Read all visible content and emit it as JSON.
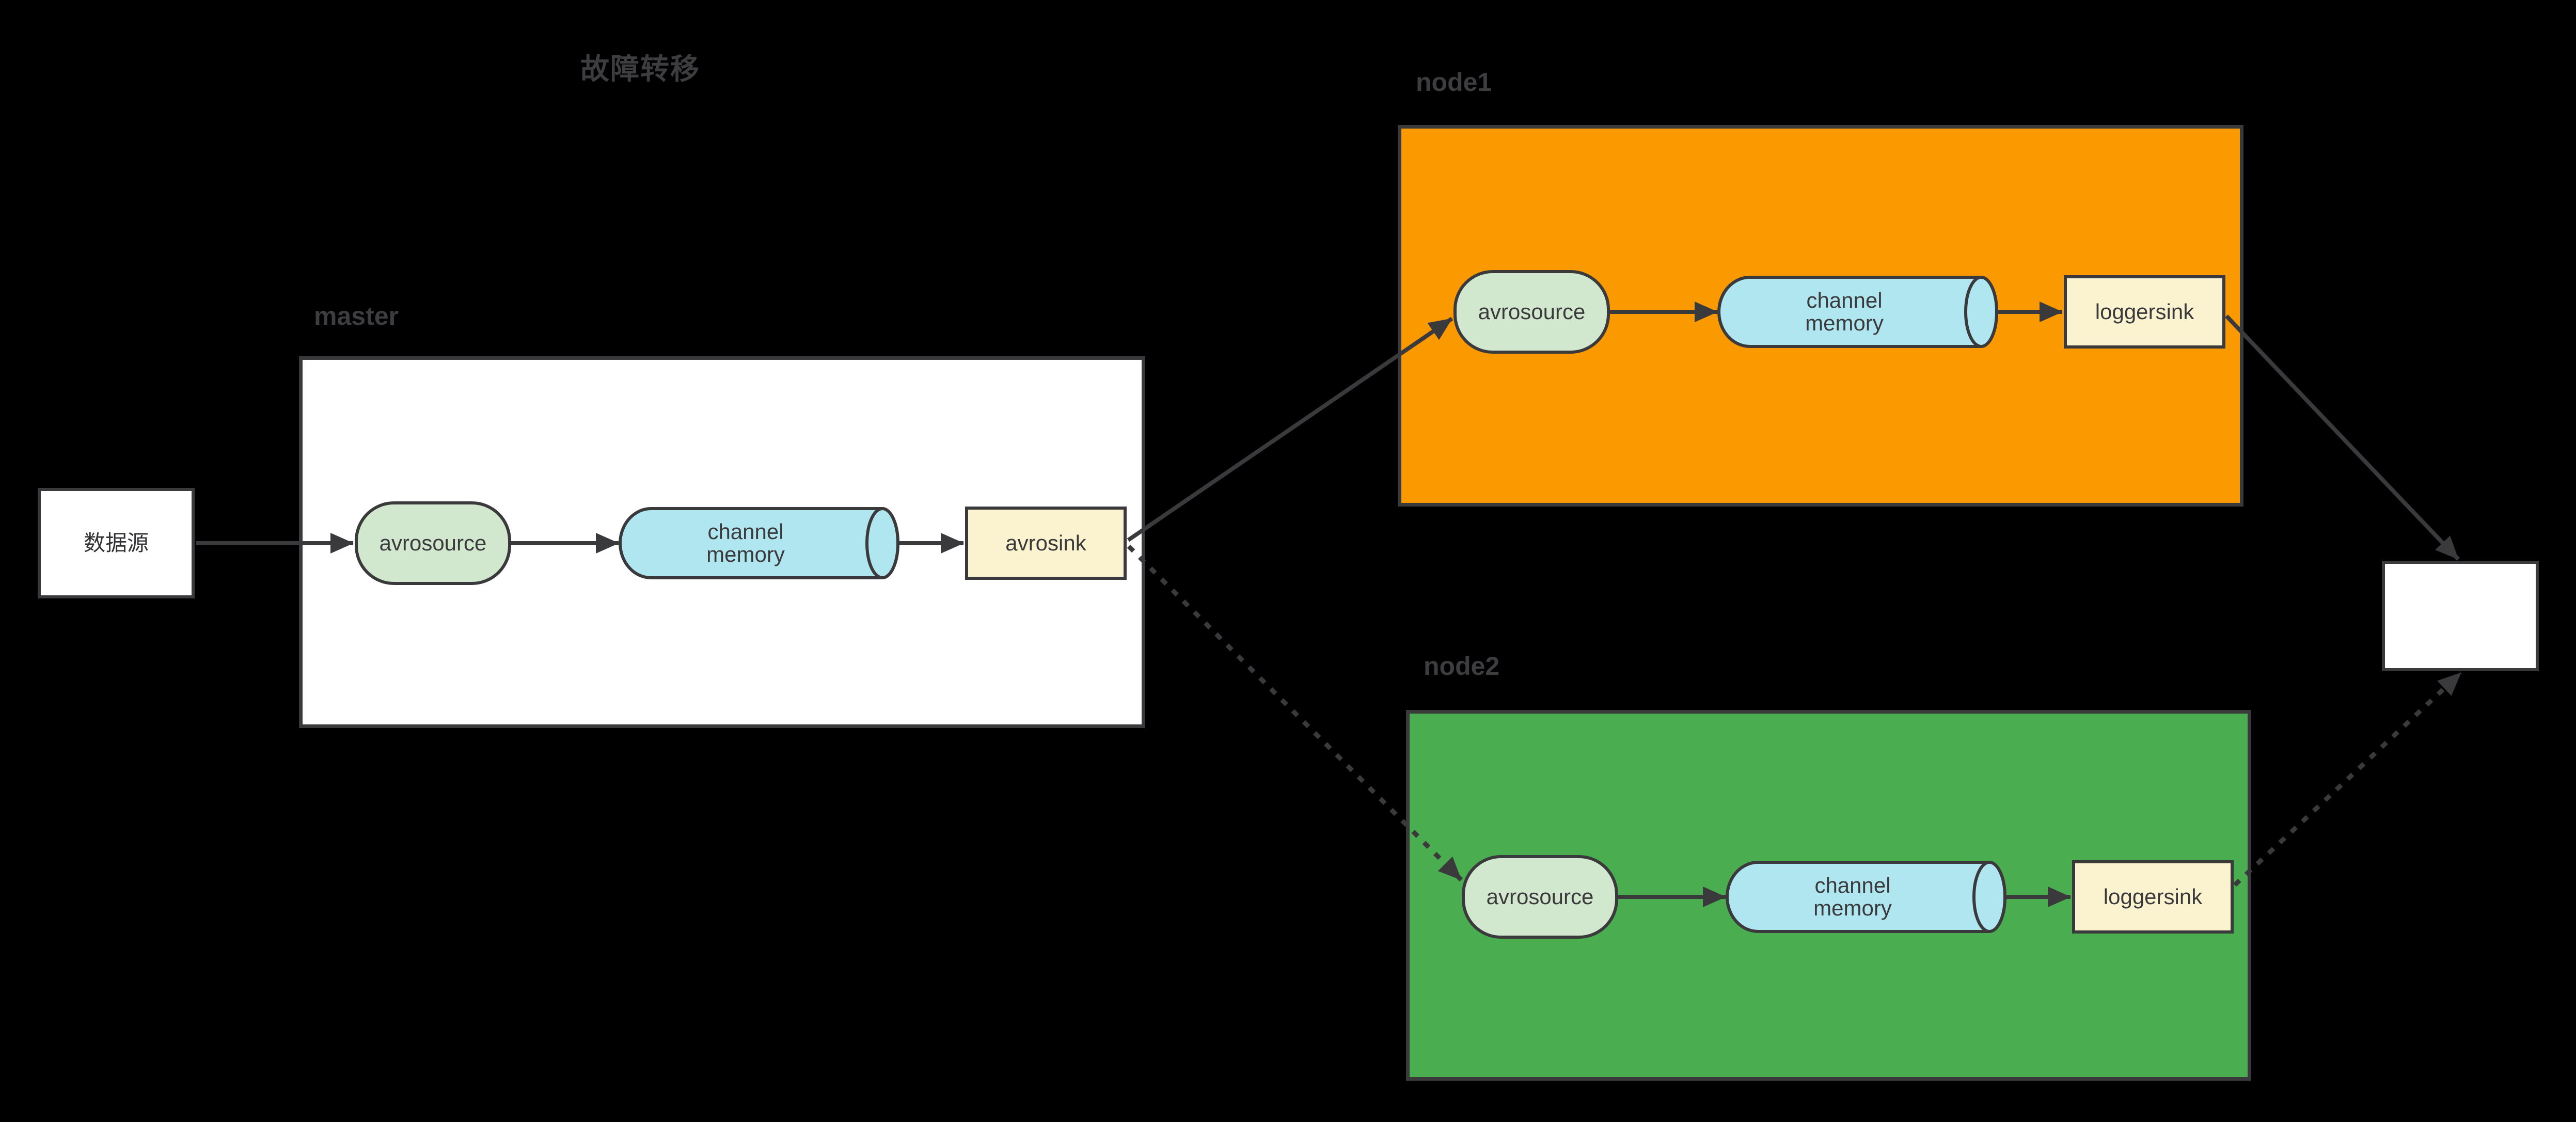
{
  "title": "故障转移",
  "colors": {
    "background": "#000000",
    "line": "#3a3a3c",
    "label_text": "#3d3d40",
    "shape_text": "#3a3a3c",
    "white_fill": "#ffffff",
    "node1_fill": "#fb9900",
    "node2_fill": "#4aad4f",
    "source_fill": "#d2e8ce",
    "channel_fill": "#b0e6f0",
    "sink_fill": "#fbf3cf"
  },
  "datasource": {
    "label": "数据源"
  },
  "output_box": {
    "label": ""
  },
  "groups": [
    {
      "id": "master",
      "label": "master",
      "source_label": "avrosource",
      "channel_line1": "channel",
      "channel_line2": "memory",
      "sink_label": "avrosink"
    },
    {
      "id": "node1",
      "label": "node1",
      "source_label": "avrosource",
      "channel_line1": "channel",
      "channel_line2": "memory",
      "sink_label": "loggersink"
    },
    {
      "id": "node2",
      "label": "node2",
      "source_label": "avrosource",
      "channel_line1": "channel",
      "channel_line2": "memory",
      "sink_label": "loggersink"
    }
  ],
  "edges": [
    {
      "from": "datasource",
      "to": "master.source",
      "style": "solid"
    },
    {
      "from": "master.source",
      "to": "master.channel",
      "style": "solid"
    },
    {
      "from": "master.channel",
      "to": "master.sink",
      "style": "solid"
    },
    {
      "from": "master.sink",
      "to": "node1.source",
      "style": "solid"
    },
    {
      "from": "master.sink",
      "to": "node2.source",
      "style": "dotted"
    },
    {
      "from": "node1.source",
      "to": "node1.channel",
      "style": "solid"
    },
    {
      "from": "node1.channel",
      "to": "node1.sink",
      "style": "solid"
    },
    {
      "from": "node1.sink",
      "to": "output",
      "style": "solid"
    },
    {
      "from": "node2.source",
      "to": "node2.channel",
      "style": "solid"
    },
    {
      "from": "node2.channel",
      "to": "node2.sink",
      "style": "solid"
    },
    {
      "from": "node2.sink",
      "to": "output",
      "style": "dotted"
    }
  ]
}
